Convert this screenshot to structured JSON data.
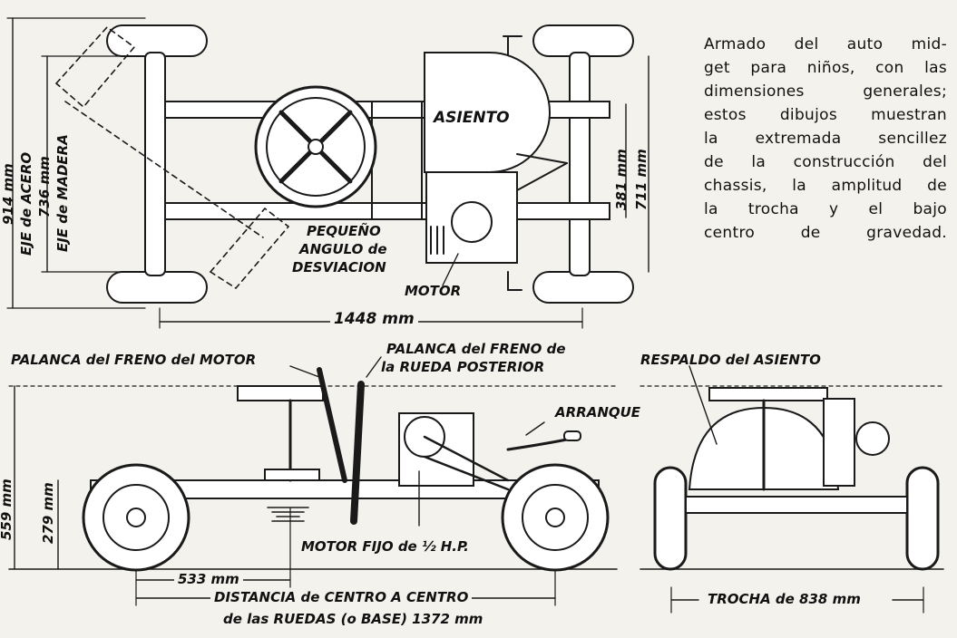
{
  "caption": {
    "lines": [
      "Armado del auto mid-",
      "get para niños, con las",
      "dimensiones generales;",
      "estos dibujos muestran",
      "la extremada sencillez",
      "de la construcción del",
      "chassis, la amplitud de",
      "la trocha y el bajo",
      "centro de gravedad."
    ]
  },
  "top_view": {
    "seat": "ASIENTO",
    "axle_steel": "EJE de ACERO",
    "axle_wood": "EJE de MADERA",
    "dim_914": "914 mm",
    "dim_736": "736 mm",
    "dim_381": "381 mm",
    "dim_711": "711 mm",
    "deviation_line1": "PEQUEÑO",
    "deviation_line2": "ANGULO de",
    "deviation_line3": "DESVIACION",
    "motor": "MOTOR",
    "length": "1448 mm"
  },
  "side_view": {
    "motor_brake": "PALANCA del FRENO del MOTOR",
    "rear_brake_line1": "PALANCA del FRENO de",
    "rear_brake_line2": "la RUEDA POSTERIOR",
    "starter": "ARRANQUE",
    "dim_559": "559 mm",
    "dim_279": "279 mm",
    "motor_fixed": "MOTOR FIJO de ½ H.P.",
    "dim_533": "533 mm",
    "wheelbase_line1": "DISTANCIA de CENTRO A CENTRO",
    "wheelbase_line2": "de las RUEDAS (o BASE) 1372 mm"
  },
  "rear_view": {
    "backrest": "RESPALDO del ASIENTO",
    "track": "TROCHA de 838 mm"
  }
}
